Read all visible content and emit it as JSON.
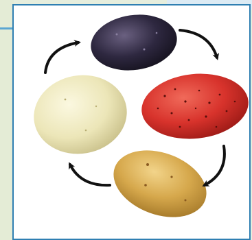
{
  "figure": {
    "items": [
      {
        "id": "purple",
        "icon": "purple-potato",
        "color": "#2e2840"
      },
      {
        "id": "red",
        "icon": "red-potato",
        "color": "#d8332c"
      },
      {
        "id": "gold",
        "icon": "gold-potato",
        "color": "#d6a84c"
      },
      {
        "id": "white",
        "icon": "white-potato",
        "color": "#ece6b8"
      }
    ],
    "arrow_color": "#111111",
    "frame_color": "#2f7fb2"
  }
}
